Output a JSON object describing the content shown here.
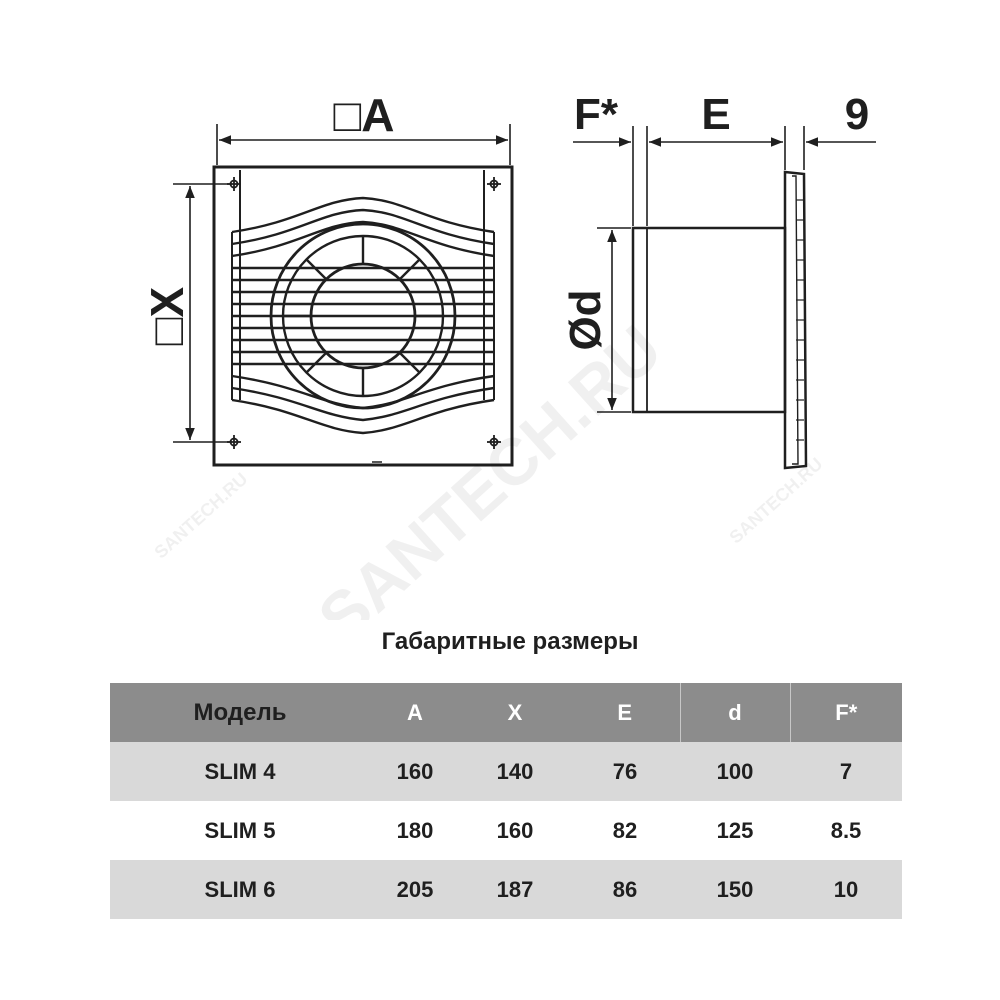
{
  "drawing": {
    "front_labels": {
      "width": "□A",
      "height": "□X"
    },
    "side_labels": {
      "flange": "F*",
      "depth": "E",
      "grille": "9",
      "diameter": "Ød"
    }
  },
  "watermark": {
    "main": "SANTECH.RU",
    "small": "SANTECH.RU"
  },
  "table": {
    "title": "Габаритные размеры",
    "headers": [
      "Модель",
      "A",
      "X",
      "E",
      "d",
      "F*"
    ],
    "rows": [
      [
        "SLIM 4",
        "160",
        "140",
        "76",
        "100",
        "7"
      ],
      [
        "SLIM 5",
        "180",
        "160",
        "82",
        "125",
        "8.5"
      ],
      [
        "SLIM 6",
        "205",
        "187",
        "86",
        "150",
        "10"
      ]
    ]
  },
  "colors": {
    "line": "#1f1f1f",
    "header_bg": "#8c8c8c",
    "row_shade": "#d9d9d9"
  }
}
